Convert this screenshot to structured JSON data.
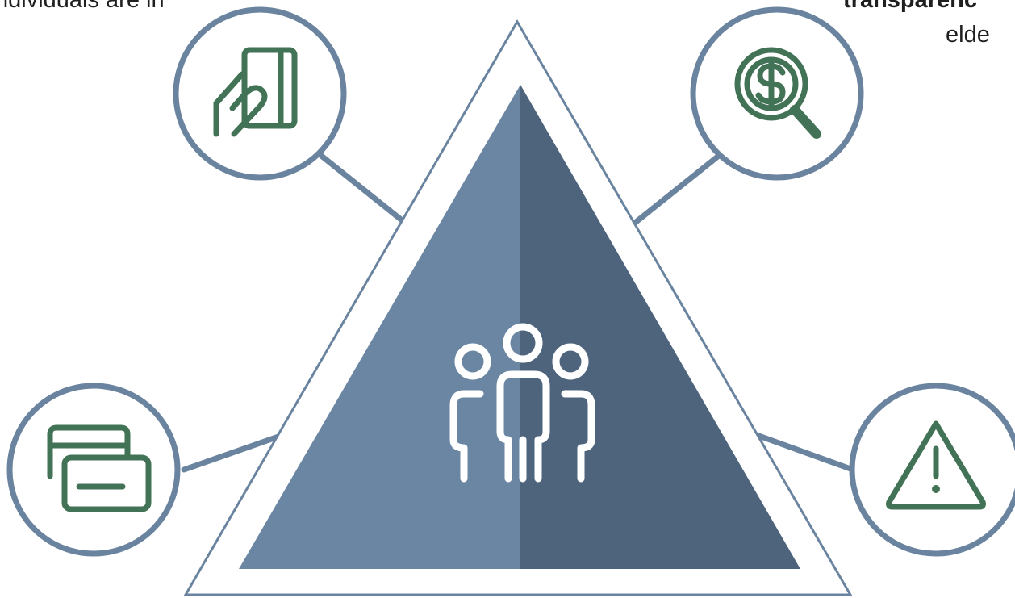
{
  "texts": {
    "top_left": "ndividuals are in",
    "top_right_bold": "transparenc",
    "top_right_line2": "elde"
  },
  "colors": {
    "circle_stroke": "#6a84a0",
    "pyramid_left": "#6a86a3",
    "pyramid_right": "#4e647c",
    "outer_triangle_stroke": "#6a84a0",
    "icon_green": "#437356",
    "people_icon": "#ffffff"
  },
  "icons": {
    "top_left": "hand-holding-card-icon",
    "top_right": "dollar-magnifier-icon",
    "bottom_left": "stacked-cards-icon",
    "bottom_right": "warning-triangle-icon",
    "center": "people-group-icon"
  }
}
